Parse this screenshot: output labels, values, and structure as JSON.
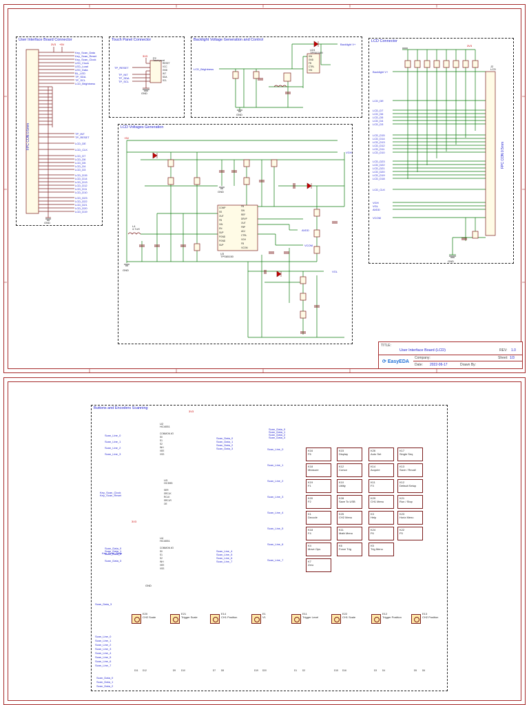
{
  "sheet1": {
    "blocks": {
      "ui_board": "User Interface Board Connector",
      "touch": "Touch Panel Connector",
      "backlight": "Backlight Voltage Generation and Control",
      "lcd_conn": "LCD Connector",
      "lcd_volt": "LCD Voltages Generation"
    },
    "ui_nets": [
      "Key_Scan_Data",
      "Key_Scan_Reset",
      "Key_Scan_Clock",
      "LED_Clock",
      "LED_Load",
      "LED_Data",
      "BL_LED",
      "TP_SDA",
      "TP_SCL",
      "LCD_Brightness",
      "TP_INT",
      "TP_RESET",
      "LCD_DE",
      "LCD_CLK",
      "LCD_D7",
      "LCD_D6",
      "LCD_D5",
      "LCD_D4",
      "LCD_D3",
      "LCD_D15",
      "LCD_D14",
      "LCD_D13",
      "LCD_D12",
      "LCD_D11",
      "LCD_D10",
      "LCD_D23",
      "LCD_D22",
      "LCD_D21",
      "LCD_D20",
      "LCD_D19"
    ],
    "ui_conn_label": "FPC CON 0.5mm",
    "power_3v3": "3V3",
    "power_5v": "+5V",
    "gnd": "GND",
    "touch_nets": [
      "TP_RESET",
      "TP_INT",
      "TP_SDA",
      "TP_SCL"
    ],
    "touch_conn": "P2",
    "touch_conn_sub": "Touch panel",
    "touch_pins": [
      "RESET",
      "VCC",
      "GND",
      "INT",
      "SDA",
      "SCL"
    ],
    "backlight_out": "Backlight V+",
    "backlight_in": "LCD_Brightness",
    "backlight_ic": "U24",
    "backlight_ic_part": "TPS61169",
    "backlight_ic_pins": [
      "SW",
      "GND",
      "FB",
      "CTRL",
      "VIN"
    ],
    "lcd_conn_label": "FPC CON 0.5mm",
    "lcd_conn_ref": "J2",
    "lcd_conn_sub": "LCD",
    "lcd_left_nets": [
      "Backlight V+",
      "LCD_DE",
      "LCD_D7",
      "LCD_D6",
      "LCD_D5",
      "LCD_D4",
      "LCD_D3",
      "LCD_D15",
      "LCD_D14",
      "LCD_D13",
      "LCD_D12",
      "LCD_D11",
      "LCD_D10",
      "LCD_D23",
      "LCD_D22",
      "LCD_D21",
      "LCD_D20",
      "LCD_D19",
      "LCD_D18",
      "LCD_CLK",
      "VCOM",
      "VGH",
      "VGL",
      "AVDD"
    ],
    "lcd_volt_nets": [
      "+5V",
      "VGH",
      "AVDD",
      "VCOM",
      "VGL"
    ],
    "lcd_volt_ic": "U3",
    "lcd_volt_ic_part": "TPS65150",
    "lcd_volt_pins_left": [
      "COMP",
      "SS",
      "OUT",
      "FB",
      "VIN",
      "EN",
      "SUP",
      "PGND",
      "PGND",
      "SUP"
    ],
    "lcd_volt_pins_right": [
      "FB",
      "SW",
      "REF",
      "DRVP",
      "OUT",
      "FBP",
      "ADJ",
      "CTRL",
      "VGH",
      "FB",
      "VCOM"
    ],
    "inductor": "L4",
    "inductor_val": "4.7uH",
    "title_block": {
      "title_label": "TITLE:",
      "title": "User Interface Board (LCD)",
      "rev_label": "REV:",
      "rev": "1.0",
      "company_label": "Company:",
      "sheet_label": "Sheet:",
      "sheet": "1/3",
      "date_label": "Date:",
      "date": "2022-06-17",
      "drawn_label": "Drawn By:",
      "logo": "EasyEDA"
    }
  },
  "sheet2": {
    "block": "Buttons and Encoders Scanning",
    "ics": [
      {
        "ref": "U2",
        "part": "HC4051",
        "pins": [
          "COMMON I/O",
          "S0",
          "S1",
          "S2",
          "INH",
          "VEE",
          "VSS"
        ]
      },
      {
        "ref": "U3",
        "part": "HC595",
        "pins": [
          "SER",
          "SRCLK",
          "RCLK",
          "SRCLR",
          "OE"
        ]
      },
      {
        "ref": "U4",
        "part": "HC4051",
        "pins": [
          "COMMON I/O",
          "S0",
          "S1",
          "S2",
          "INH",
          "VEE",
          "VSS"
        ]
      }
    ],
    "scan_lines": [
      "Scan_Line_0",
      "Scan_Line_1",
      "Scan_Line_2",
      "Scan_Line_3",
      "Scan_Line_4",
      "Scan_Line_5",
      "Scan_Line_6",
      "Scan_Line_7"
    ],
    "scan_data": [
      "Scan_Data_0",
      "Scan_Data_1",
      "Scan_Data_2",
      "Scan_Data_3"
    ],
    "key_nets": [
      "Key_Scan_Clock",
      "Key_Scan_Reset",
      "Key_Scan_Data"
    ],
    "switches": [
      {
        "ref": "K16",
        "name": "F6"
      },
      {
        "ref": "K15",
        "name": "Display"
      },
      {
        "ref": "K26",
        "name": "Auto Set"
      },
      {
        "ref": "K17",
        "name": "Single Seq"
      },
      {
        "ref": "K18",
        "name": "Measure"
      },
      {
        "ref": "K12",
        "name": "Cursor"
      },
      {
        "ref": "K14",
        "name": "Acquire"
      },
      {
        "ref": "K13",
        "name": "Save / Recall"
      },
      {
        "ref": "K19",
        "name": "F1"
      },
      {
        "ref": "K10",
        "name": "Utility"
      },
      {
        "ref": "K11",
        "name": "F3"
      },
      {
        "ref": "K12",
        "name": "Default Setup"
      },
      {
        "ref": "K20",
        "name": "F2"
      },
      {
        "ref": "K28",
        "name": "Save To USB"
      },
      {
        "ref": "K29",
        "name": "CH1 Menu"
      },
      {
        "ref": "K21",
        "name": "Run / Stop"
      },
      {
        "ref": "K1",
        "name": "Decode"
      },
      {
        "ref": "K25",
        "name": "CH2 Menu"
      },
      {
        "ref": "K3",
        "name": "Help"
      },
      {
        "ref": "K23",
        "name": "Horiz Menu"
      },
      {
        "ref": "K18",
        "name": "F4"
      },
      {
        "ref": "K11",
        "name": "Math Menu"
      },
      {
        "ref": "K24",
        "name": "F6"
      },
      {
        "ref": "K22",
        "name": "F5"
      },
      {
        "ref": "K4",
        "name": "Move Ops"
      },
      {
        "ref": "K6",
        "name": "Force Trig"
      },
      {
        "ref": "K5",
        "name": "Trig Menu"
      },
      {
        "ref": "K7",
        "name": "Zero"
      }
    ],
    "encoders": [
      {
        "ref": "E20",
        "name": "CH2 Scale"
      },
      {
        "ref": "E21",
        "name": "Trigger Scale"
      },
      {
        "ref": "E14",
        "name": "CH1 Position"
      },
      {
        "ref": "E1",
        "name": "V1"
      },
      {
        "ref": "E11",
        "name": "Trigger Level"
      },
      {
        "ref": "E22",
        "name": "CH1 Scale"
      },
      {
        "ref": "E12",
        "name": "Trigger Position"
      },
      {
        "ref": "E13",
        "name": "CH2 Position"
      }
    ],
    "diodes": [
      "D11",
      "D12",
      "D9",
      "D10",
      "D7",
      "D8",
      "D19",
      "D20",
      "D1",
      "D2",
      "D15",
      "D16",
      "D3",
      "D4",
      "D5",
      "D6"
    ]
  }
}
